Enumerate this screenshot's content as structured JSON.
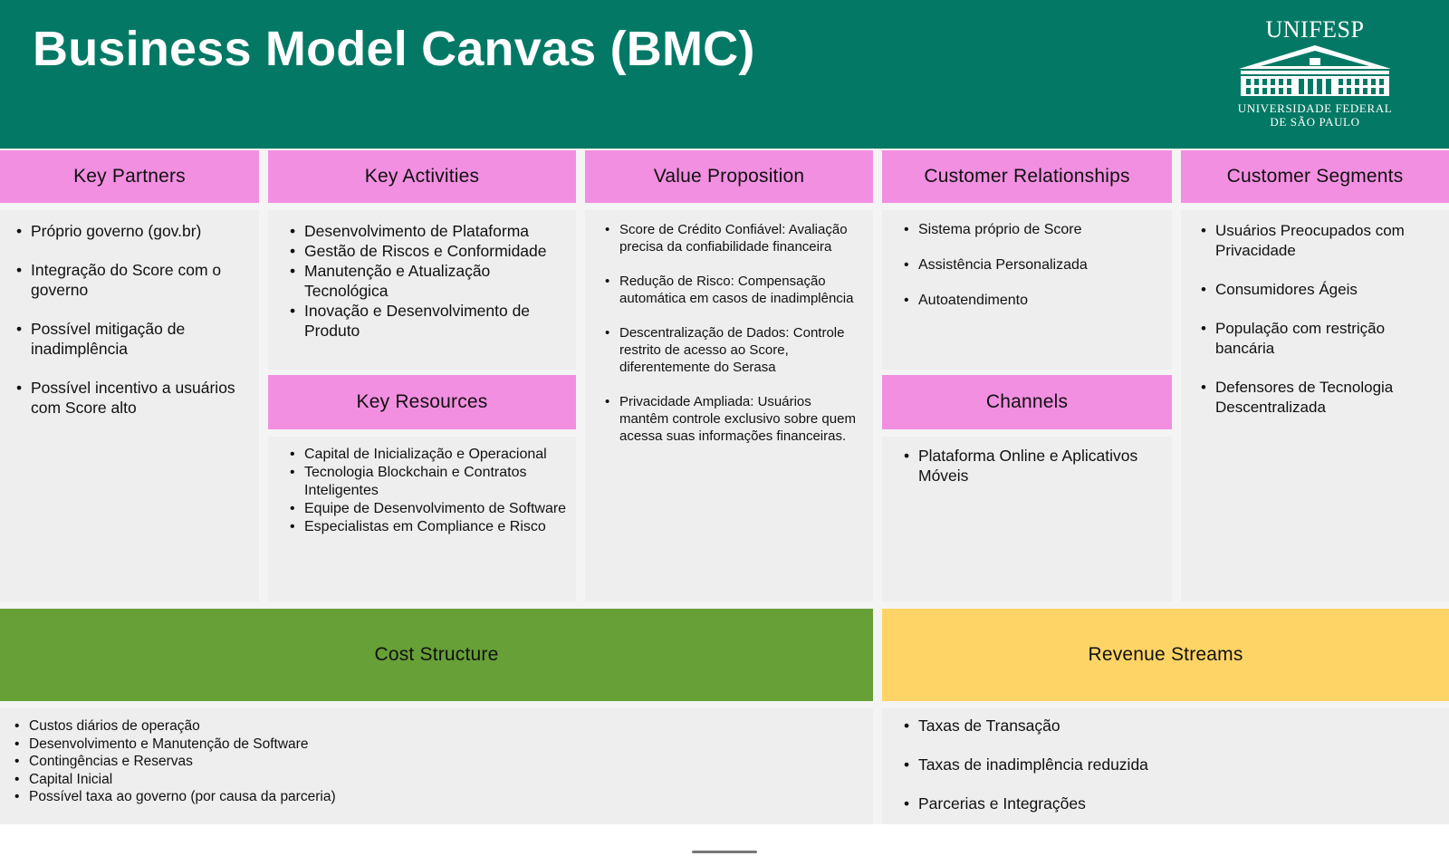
{
  "title": "Business Model Canvas (BMC)",
  "logo": {
    "name": "UNIFESP",
    "line1": "Universidade Federal",
    "line2": "de São Paulo"
  },
  "colors": {
    "header_bg": "#037965",
    "block_header": "#f28fe1",
    "cost_header": "#66a036",
    "revenue_header": "#ffd466",
    "block_body": "#eeeeee"
  },
  "key_partners": {
    "label": "Key Partners",
    "items": [
      "Próprio governo (gov.br)",
      "Integração do Score com o governo",
      "Possível mitigação de inadimplência",
      "Possível incentivo a usuários com Score alto"
    ]
  },
  "key_activities": {
    "label": "Key Activities",
    "items": [
      "Desenvolvimento de Plataforma",
      "Gestão de Riscos e Conformidade",
      "Manutenção e Atualização Tecnológica",
      "Inovação e Desenvolvimento de Produto"
    ]
  },
  "key_resources": {
    "label": "Key Resources",
    "items": [
      "Capital de Inicialização e Operacional",
      "Tecnologia Blockchain e Contratos Inteligentes",
      "Equipe de Desenvolvimento de Software",
      "Especialistas em Compliance e Risco"
    ]
  },
  "value_proposition": {
    "label": "Value Proposition",
    "items": [
      "Score de Crédito Confiável: Avaliação precisa da confiabilidade financeira",
      "Redução de Risco: Compensação automática em casos de inadimplência",
      "Descentralização de Dados: Controle restrito de acesso ao Score, diferentemente do Serasa",
      "Privacidade Ampliada: Usuários mantêm controle exclusivo sobre quem acessa suas informações financeiras."
    ]
  },
  "customer_relationships": {
    "label": "Customer Relationships",
    "items": [
      "Sistema próprio de Score",
      "Assistência Personalizada",
      "Autoatendimento"
    ]
  },
  "channels": {
    "label": "Channels",
    "items": [
      "Plataforma Online e Aplicativos Móveis"
    ]
  },
  "customer_segments": {
    "label": "Customer Segments",
    "items": [
      "Usuários Preocupados com Privacidade",
      "Consumidores Ágeis",
      "População com restrição bancária",
      "Defensores de Tecnologia Descentralizada"
    ]
  },
  "cost_structure": {
    "label": "Cost Structure",
    "items": [
      "Custos diários de operação",
      "Desenvolvimento e Manutenção de Software",
      "Contingências e Reservas",
      "Capital Inicial",
      "Possível taxa ao governo (por causa da parceria)"
    ]
  },
  "revenue_streams": {
    "label": "Revenue Streams",
    "items": [
      "Taxas de Transação",
      "Taxas de inadimplência reduzida",
      "Parcerias e Integrações"
    ]
  }
}
